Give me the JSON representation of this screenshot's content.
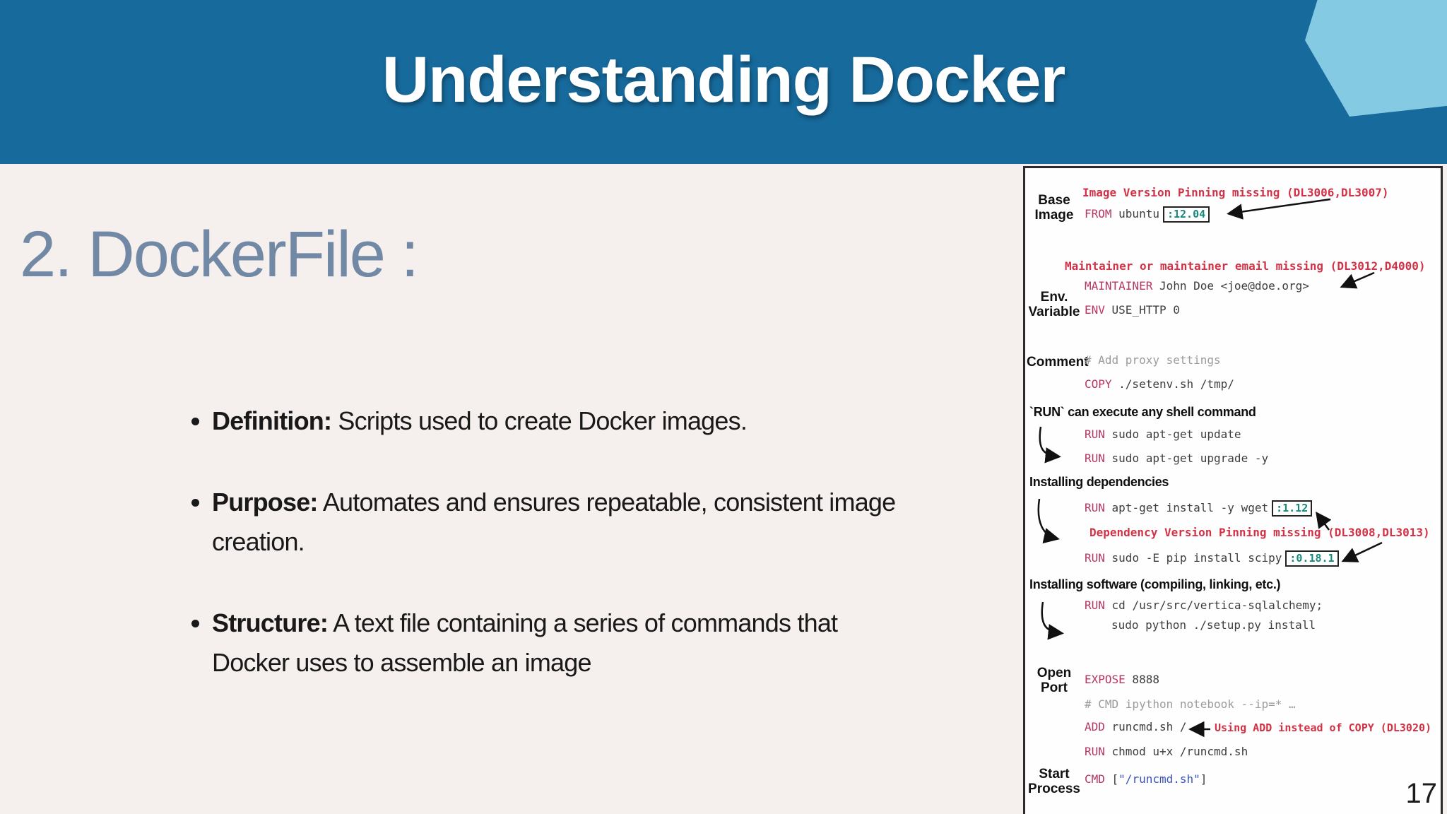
{
  "slide": {
    "title": "Understanding Docker",
    "heading": "2. DockerFile :",
    "page_number": "17",
    "bullets": [
      {
        "label": "Definition:",
        "text": " Scripts used to create Docker images."
      },
      {
        "label": "Purpose:",
        "text": " Automates and ensures repeatable, consistent image creation."
      },
      {
        "label": "Structure:",
        "text": " A text file containing a series of commands that Docker uses to assemble an image"
      }
    ]
  },
  "figure": {
    "side_labels": [
      "Base\nImage",
      "Env.\nVariable",
      "Comment",
      "Open\nPort",
      "Start\nProcess"
    ],
    "headings": [
      "`RUN` can execute any shell command",
      "Installing dependencies",
      "Installing software (compiling, linking, etc.)"
    ],
    "annotations": [
      "Image Version Pinning missing (DL3006,DL3007)",
      "Maintainer or maintainer email missing (DL3012,D4000)",
      "Dependency Version Pinning missing (DL3008,DL3013)",
      "Using ADD instead of COPY (DL3020)"
    ],
    "code": [
      {
        "kw": "FROM",
        "text": " ubuntu",
        "ver": ":12.04"
      },
      {
        "kw": "MAINTAINER",
        "text": " John Doe <joe@doe.org>"
      },
      {
        "kw": "ENV",
        "text": " USE_HTTP 0"
      },
      {
        "comment": "# Add proxy settings"
      },
      {
        "kw": "COPY",
        "text": "  ./setenv.sh /tmp/"
      },
      {
        "kw": "RUN",
        "text": " sudo apt-get update"
      },
      {
        "kw": "RUN",
        "text": " sudo apt-get upgrade -y"
      },
      {
        "kw": "RUN",
        "text": " apt-get install -y wget",
        "ver": ":1.12"
      },
      {
        "kw": "RUN",
        "text": " sudo -E pip install scipy",
        "ver": ":0.18.1"
      },
      {
        "kw": "RUN",
        "text": " cd /usr/src/vertica-sqlalchemy;"
      },
      {
        "text": "sudo python ./setup.py install"
      },
      {
        "kw": "EXPOSE",
        "text": " 8888"
      },
      {
        "comment": "# CMD ipython notebook --ip=* …"
      },
      {
        "kw": "ADD",
        "text": " runcmd.sh /"
      },
      {
        "kw": "RUN",
        "text": " chmod u+x /runcmd.sh"
      },
      {
        "kw": "CMD",
        "pre": " [",
        "str": "\"/runcmd.sh\"",
        "post": "]"
      }
    ]
  },
  "colors": {
    "header_bg": "#176A9C",
    "hexagon": "#85CAE3",
    "slide_bg": "#F5EFED",
    "heading_color": "#7289A6",
    "annotation_red": "#D13245",
    "keyword_magenta": "#B53661",
    "version_teal": "#17897B",
    "comment_gray": "#9B9B9B",
    "string_blue": "#3A52BE"
  }
}
